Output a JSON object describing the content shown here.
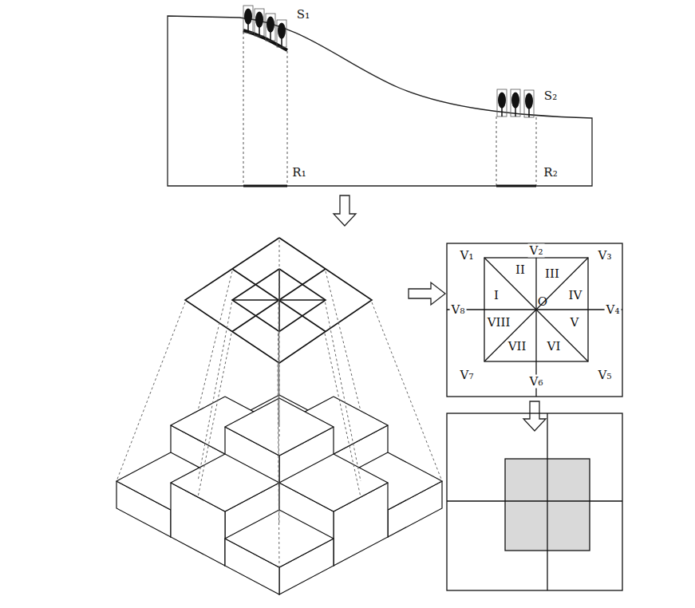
{
  "diagram": {
    "labels": [
      "S₁",
      "S₂",
      "R₁",
      "R₂",
      "V₁",
      "V₂",
      "V₃",
      "II",
      "III",
      "I",
      "O",
      "IV",
      "V₈",
      "V₄",
      "VIII",
      "V",
      "VII",
      "VI",
      "V₇",
      "V₆",
      "V₅"
    ]
  }
}
